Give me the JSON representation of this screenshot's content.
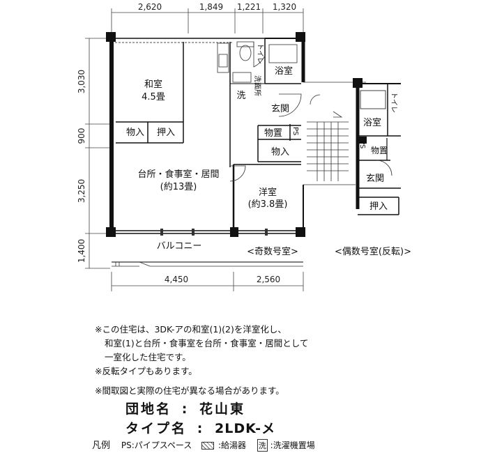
{
  "dimensions": {
    "top": [
      "2,620",
      "1,849",
      "1,221",
      "1,320"
    ],
    "left": [
      "3,030",
      "900",
      "3,250",
      "1,400"
    ],
    "bottom": [
      "4,450",
      "2,560"
    ]
  },
  "rooms": {
    "washitsu_name": "和室",
    "washitsu_size": "4.5畳",
    "monoire_1": "物入",
    "oshiire_1": "押入",
    "ldk_name": "台所・食事室・居間",
    "ldk_size": "(約13畳)",
    "toilet": "トイレ",
    "bath": "浴室",
    "senmenjo": "洗面所",
    "sen": "洗",
    "genkan": "玄関",
    "monooki": "物置",
    "ps": "PS",
    "monoire_2": "物入",
    "youshitsu_name": "洋室",
    "youshitsu_size": "(約3.8畳)",
    "balcony": "バルコニー"
  },
  "reversed_unit": {
    "toilet": "トイレ",
    "bath": "浴室",
    "ps": "PS",
    "monooki": "物置",
    "genkan": "玄関",
    "oshiire": "押入"
  },
  "labels": {
    "odd_unit": "<奇数号室>",
    "even_unit": "<偶数号室(反転)>"
  },
  "notes": {
    "line1": "※この住宅は、3DK-アの和室(1)(2)を洋室化し、",
    "line2": "和室(1)と台所・食事室を台所・食事室・居間として",
    "line3": "一室化した住宅です。",
    "line4": "※反転タイプもあります。",
    "line5": "※間取図と実際の住宅が異なる場合があります。"
  },
  "info": {
    "danchi_label": "団地名",
    "danchi_value": "花山東",
    "type_label": "タイプ名",
    "type_value": "2LDK-メ",
    "separator": ":"
  },
  "legend": {
    "title": "凡例",
    "ps": "PS:パイプスペース",
    "heater": ":給湯器",
    "wash_symbol": "洗",
    "wash": ":洗濯機置場"
  }
}
